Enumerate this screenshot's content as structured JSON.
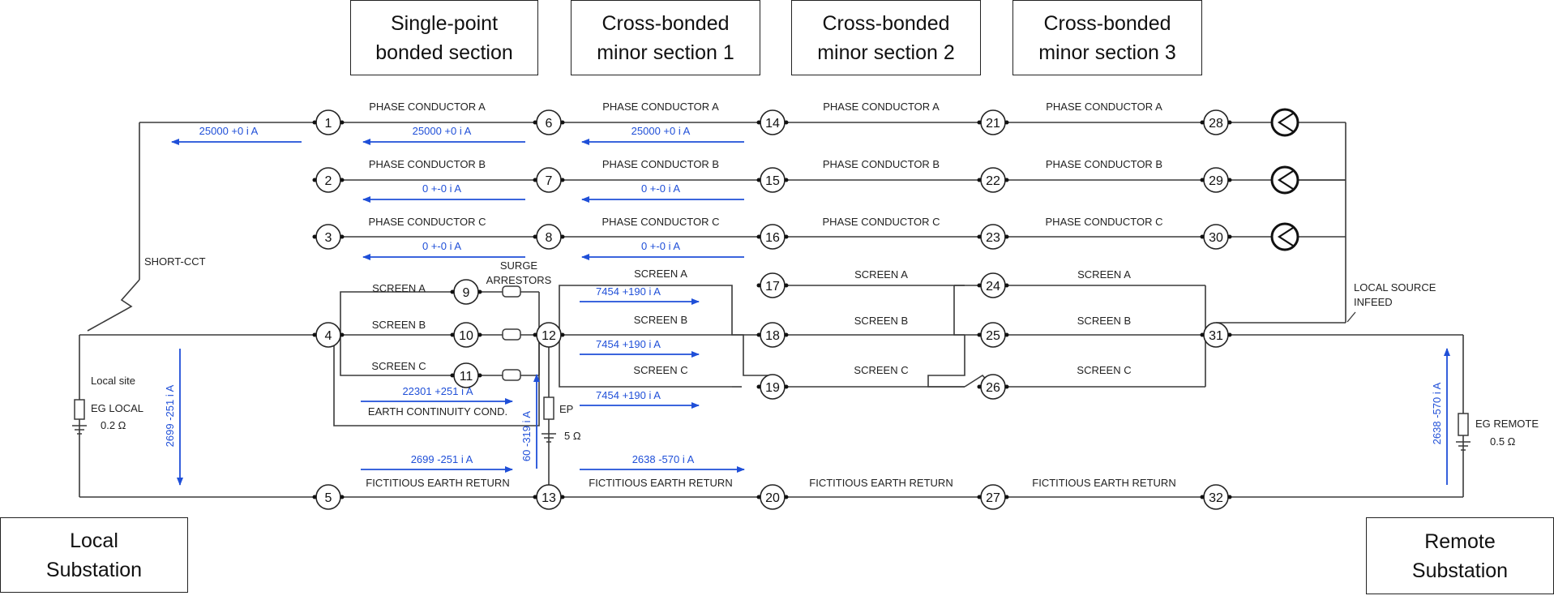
{
  "headers": [
    {
      "id": "hdr-single-point",
      "lines": [
        "Single-point",
        "bonded section"
      ]
    },
    {
      "id": "hdr-cross-bonded-1",
      "lines": [
        "Cross-bonded",
        "minor section 1"
      ]
    },
    {
      "id": "hdr-cross-bonded-2",
      "lines": [
        "Cross-bonded",
        "minor section 2"
      ]
    },
    {
      "id": "hdr-cross-bonded-3",
      "lines": [
        "Cross-bonded",
        "minor section 3"
      ]
    }
  ],
  "substations": {
    "local": [
      "Local",
      "Substation"
    ],
    "remote": [
      "Remote",
      "Substation"
    ]
  },
  "nodes": [
    "1",
    "2",
    "3",
    "4",
    "5",
    "6",
    "7",
    "8",
    "9",
    "10",
    "11",
    "12",
    "13",
    "14",
    "15",
    "16",
    "17",
    "18",
    "19",
    "20",
    "21",
    "22",
    "23",
    "24",
    "25",
    "26",
    "27",
    "28",
    "29",
    "30",
    "31",
    "32"
  ],
  "conductor_labels": {
    "phase_a": "PHASE CONDUCTOR A",
    "phase_b": "PHASE CONDUCTOR B",
    "phase_c": "PHASE CONDUCTOR C",
    "screen_a": "SCREEN A",
    "screen_b": "SCREEN B",
    "screen_c": "SCREEN C",
    "earth_return": "FICTITIOUS EARTH RETURN",
    "ecc": "EARTH CONTINUITY COND."
  },
  "annotations": {
    "short_cct": "SHORT-CCT",
    "surge_arrestors": [
      "SURGE",
      "ARRESTORS"
    ],
    "local_source_infeed": [
      "LOCAL SOURCE",
      "INFEED"
    ],
    "local_site": "Local site",
    "eg_local": "EG LOCAL",
    "eg_local_value": "0.2 Ω",
    "ep": "EP",
    "ep_value": "5 Ω",
    "eg_remote": "EG REMOTE",
    "eg_remote_value": "0.5 Ω"
  },
  "currents": {
    "phase_a": "25000 +0 i A",
    "phase_b": "0 +-0 i A",
    "phase_c": "0 +-0 i A",
    "screen_cross": "7454 +190 i A",
    "ecc": "22301 +251 i A",
    "earth_return_single": "2699 -251 i A",
    "earth_return_cross": "2638 -570 i A",
    "local_vertical": "2699 -251 i A",
    "remote_vertical": "2638 -570 i A",
    "ep_vertical": "60 -319 i A"
  },
  "colors": {
    "line": "#3a3a3a",
    "arrow": "#1f4fd8",
    "text": "#222222"
  }
}
